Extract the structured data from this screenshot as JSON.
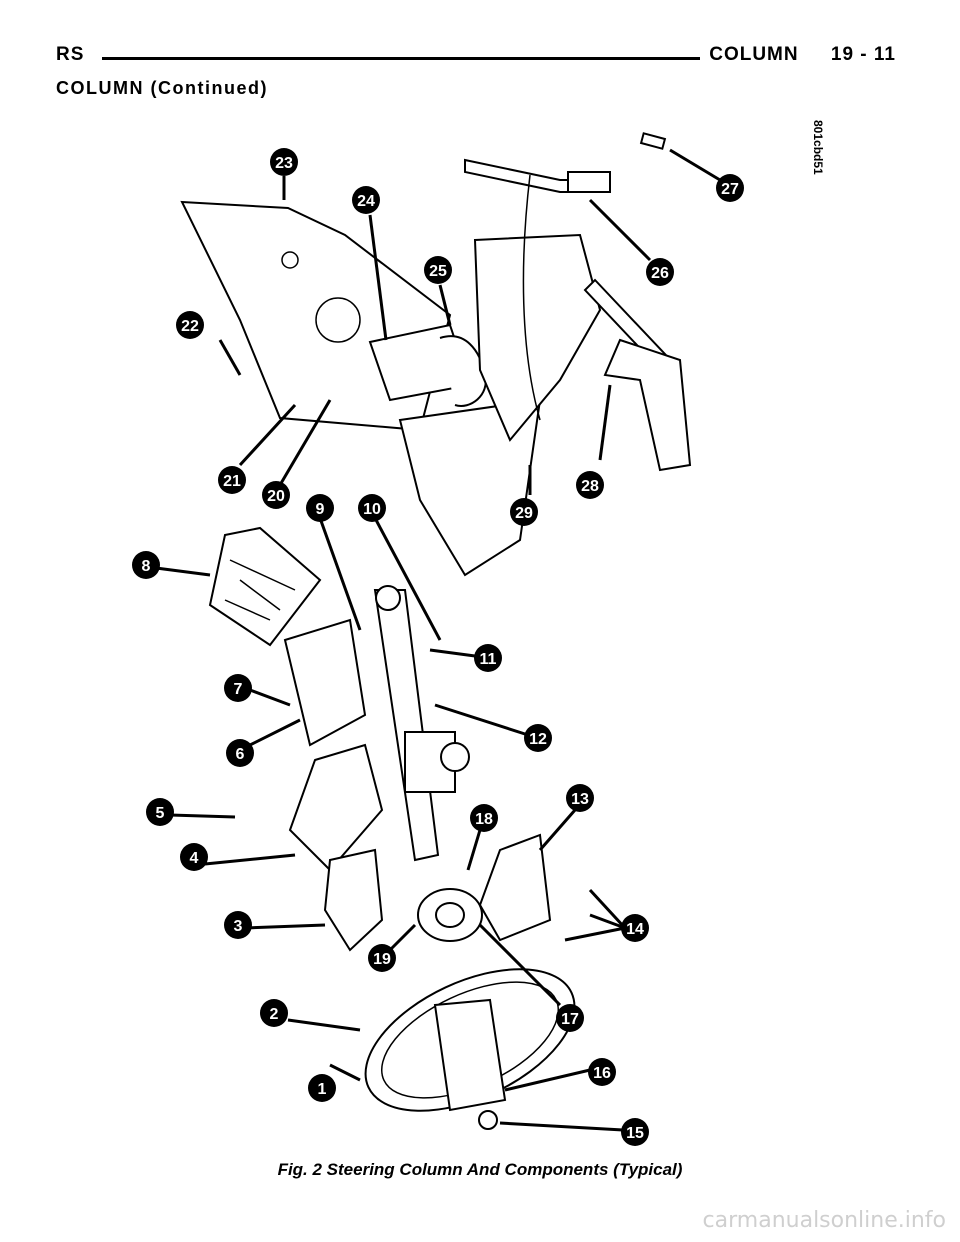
{
  "header": {
    "left_tag": "RS",
    "section": "COLUMN",
    "page": "19 - 11"
  },
  "subheading": "COLUMN (Continued)",
  "figure": {
    "code": "801cbd51",
    "caption": "Fig. 2 Steering Column And Components (Typical)",
    "callouts": [
      "1",
      "2",
      "3",
      "4",
      "5",
      "6",
      "7",
      "8",
      "9",
      "10",
      "11",
      "12",
      "13",
      "14",
      "15",
      "16",
      "17",
      "18",
      "19",
      "20",
      "21",
      "22",
      "23",
      "24",
      "25",
      "26",
      "27",
      "28",
      "29"
    ]
  },
  "watermark": "carmanualsonline.info"
}
